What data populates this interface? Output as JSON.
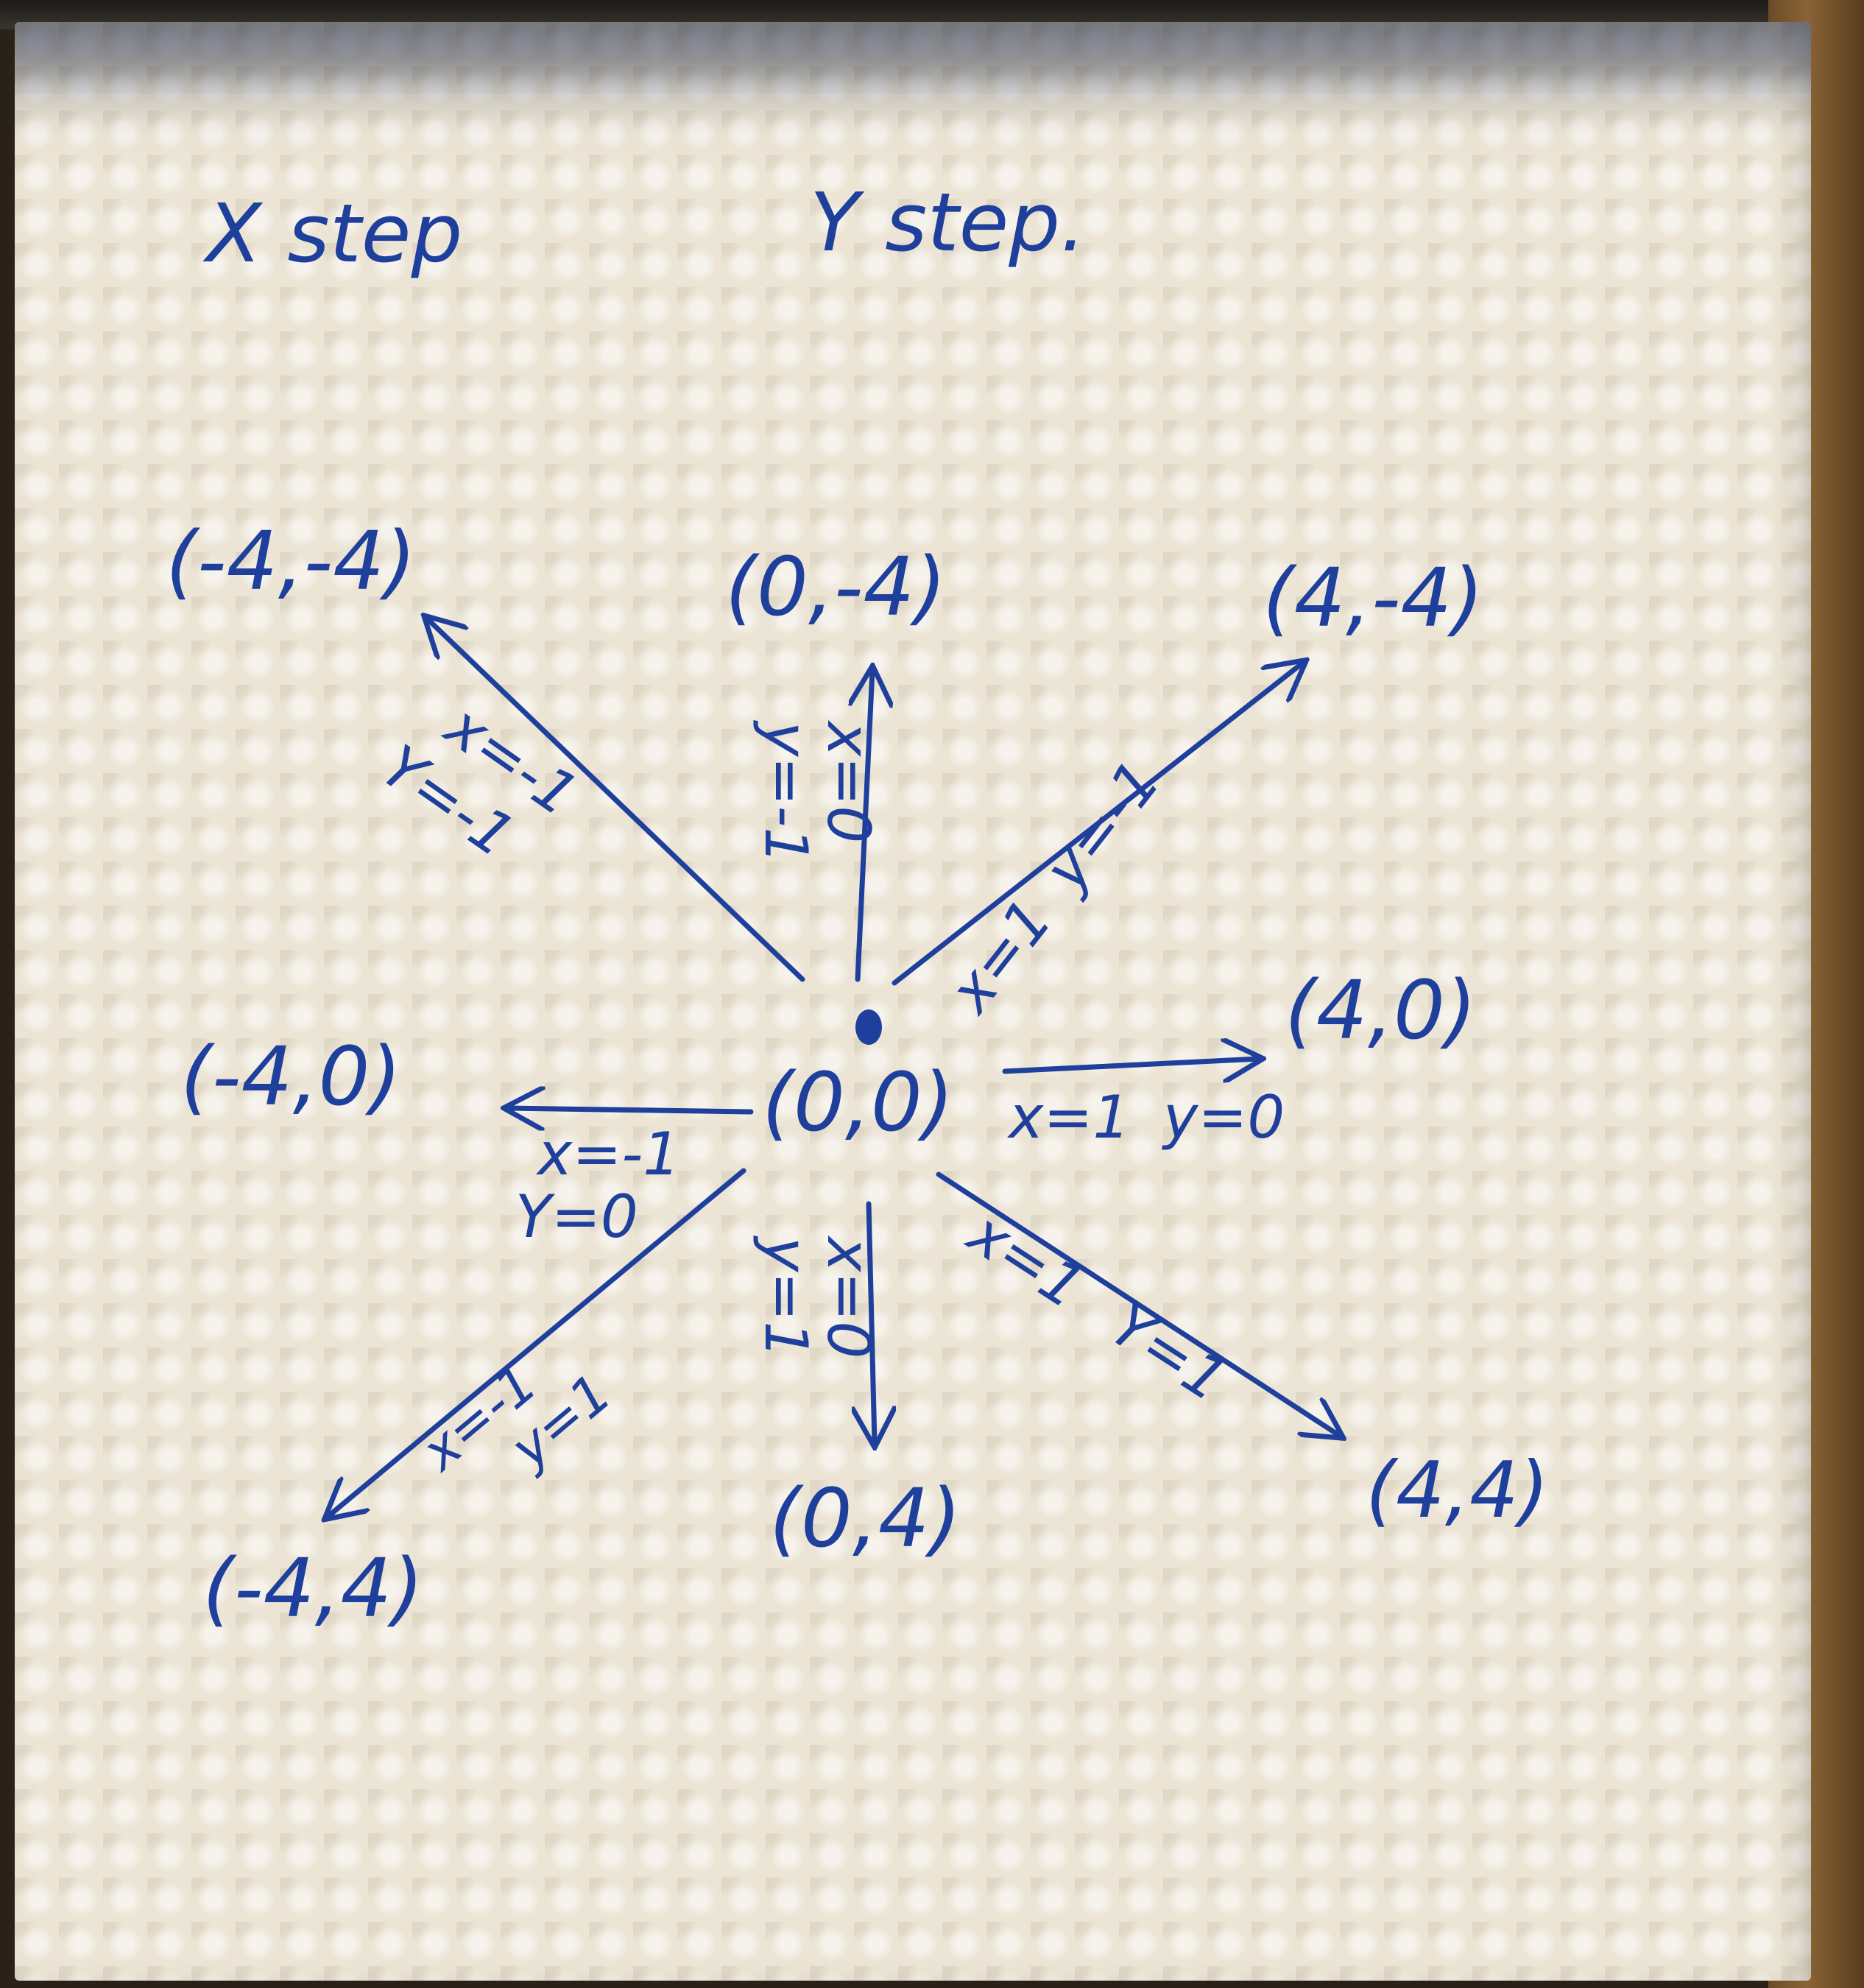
{
  "headers": {
    "x_step": "X step",
    "y_step": "Y step."
  },
  "origin": {
    "label": "(0,0)"
  },
  "directions": [
    {
      "id": "n",
      "endpoint": "(0,-4)",
      "step_x": "x=0",
      "step_y": "y=-1"
    },
    {
      "id": "ne",
      "endpoint": "(4,-4)",
      "step_x": "x=1",
      "step_y": "y=-1"
    },
    {
      "id": "e",
      "endpoint": "(4,0)",
      "step_x": "x=1",
      "step_y": "y=0"
    },
    {
      "id": "se",
      "endpoint": "(4,4)",
      "step_x": "x=1",
      "step_y": "Y=1"
    },
    {
      "id": "s",
      "endpoint": "(0,4)",
      "step_x": "x=0",
      "step_y": "y=1"
    },
    {
      "id": "sw",
      "endpoint": "(-4,4)",
      "step_x": "x=-1",
      "step_y": "y=1"
    },
    {
      "id": "w",
      "endpoint": "(-4,0)",
      "step_x": "x=-1",
      "step_y": "Y=0"
    },
    {
      "id": "nw",
      "endpoint": "(-4,-4)",
      "step_x": "x=-1",
      "step_y": "Y=-1"
    }
  ],
  "colors": {
    "ink": "#1f3f9c",
    "paper": "#ece5d6"
  }
}
